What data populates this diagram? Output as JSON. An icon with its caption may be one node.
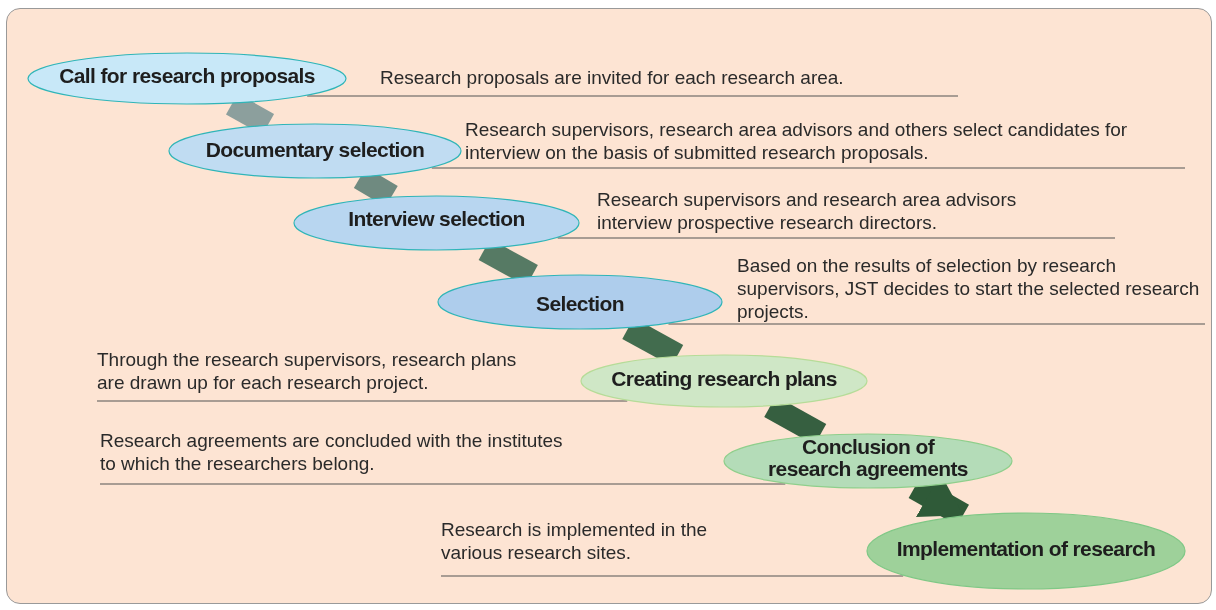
{
  "diagram": {
    "nodes": [
      {
        "text": [
          "Call for research proposals"
        ]
      },
      {
        "text": [
          "Documentary selection"
        ]
      },
      {
        "text": [
          "Interview selection"
        ]
      },
      {
        "text": [
          "Selection"
        ]
      },
      {
        "text": [
          "Creating research plans"
        ]
      },
      {
        "text": [
          "Conclusion of research agreements"
        ]
      },
      {
        "text": [
          "Implementation of research"
        ]
      },
      {
        "text": [
          "Research proposals are invited for each research area."
        ]
      },
      {
        "text": [
          "Research supervisors, research area advisors and others select candidates for interview on the basis of submitted research proposals."
        ]
      },
      {
        "text": [
          "Research supervisors and research area advisors interview prospective research directors."
        ]
      },
      {
        "text": [
          "Based on the results of selection by research supervisors, JST decides to start the selected research projects."
        ]
      },
      {
        "text": [
          "Through the research supervisors, research plans are drawn up for each research project."
        ]
      },
      {
        "text": [
          "Research agreements are concluded with the institutes to which the researchers belong."
        ]
      },
      {
        "text": [
          "Research is implemented in the various research sites."
        ]
      }
    ],
    "edges": [
      {
        "from": 0,
        "to": 1,
        "arrow": "none",
        "style": "thick",
        "color": "#8c9f9d"
      },
      {
        "from": 1,
        "to": 2,
        "arrow": "none",
        "style": "thick",
        "color": "#6f8a80"
      },
      {
        "from": 2,
        "to": 3,
        "arrow": "none",
        "style": "thick",
        "color": "#567a64"
      },
      {
        "from": 3,
        "to": 4,
        "arrow": "none",
        "style": "thick",
        "color": "#426c4e"
      },
      {
        "from": 4,
        "to": 5,
        "arrow": "none",
        "style": "thick",
        "color": "#365f40"
      },
      {
        "from": 5,
        "to": 6,
        "arrow": "to",
        "style": "thick",
        "color": "#2f5a38"
      },
      {
        "from": 7,
        "to": 0,
        "arrow": "none"
      },
      {
        "from": 8,
        "to": 1,
        "arrow": "none"
      },
      {
        "from": 9,
        "to": 2,
        "arrow": "none"
      },
      {
        "from": 10,
        "to": 3,
        "arrow": "none"
      },
      {
        "from": 11,
        "to": 4,
        "arrow": "none"
      },
      {
        "from": 12,
        "to": 5,
        "arrow": "none"
      },
      {
        "from": 13,
        "to": 6,
        "arrow": "none"
      }
    ]
  }
}
